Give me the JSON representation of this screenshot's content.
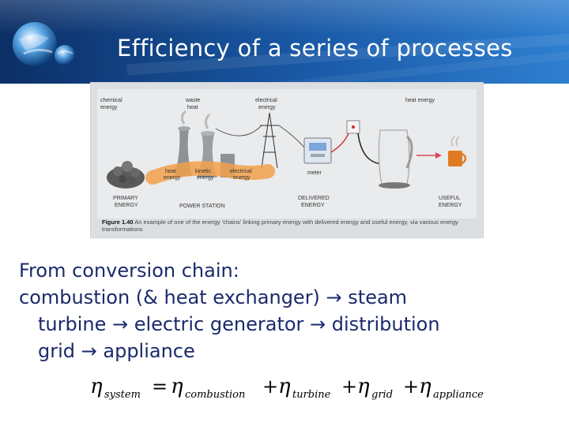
{
  "slide": {
    "title": "Efficiency of a series of processes"
  },
  "figure": {
    "labels": {
      "chemical_energy_line1": "chemical",
      "chemical_energy_line2": "energy",
      "waste_heat_line1": "waste",
      "waste_heat_line2": "heat",
      "electrical_energy_line1": "electrical",
      "electrical_energy_line2": "energy",
      "heat_energy": "heat energy",
      "heat_line1": "heat",
      "heat_line2": "energy",
      "kinetic_line1": "kinetic",
      "kinetic_line2": "energy",
      "electrical_line1": "electrical",
      "electrical_line2": "energy",
      "meter": "meter",
      "primary_line1": "PRIMARY",
      "primary_line2": "ENERGY",
      "power_station": "POWER STATION",
      "delivered_line1": "DELIVERED",
      "delivered_line2": "ENERGY",
      "useful_line1": "USEFUL",
      "useful_line2": "ENERGY"
    },
    "caption_figure": "Figure 1.40",
    "caption_text": "An example of one of the energy 'chains' linking primary energy with delivered energy and useful energy, via various energy transformations"
  },
  "body": {
    "line1": "From conversion chain:",
    "line2": "combustion (& heat exchanger) → steam",
    "line3": "turbine → electric generator → distribution",
    "line4": "grid → appliance"
  },
  "formula": {
    "eta": "η",
    "sub_system": "system",
    "equals": "=",
    "sub_combustion": "combustion",
    "plus": "+",
    "sub_turbine": "turbine",
    "sub_grid": "grid",
    "sub_appliance": "appliance"
  },
  "colors": {
    "header_dark": "#0c2f66",
    "header_light": "#2f7fd0",
    "body_text": "#1a2a6c",
    "arrow_orange": "#f2a04a"
  }
}
